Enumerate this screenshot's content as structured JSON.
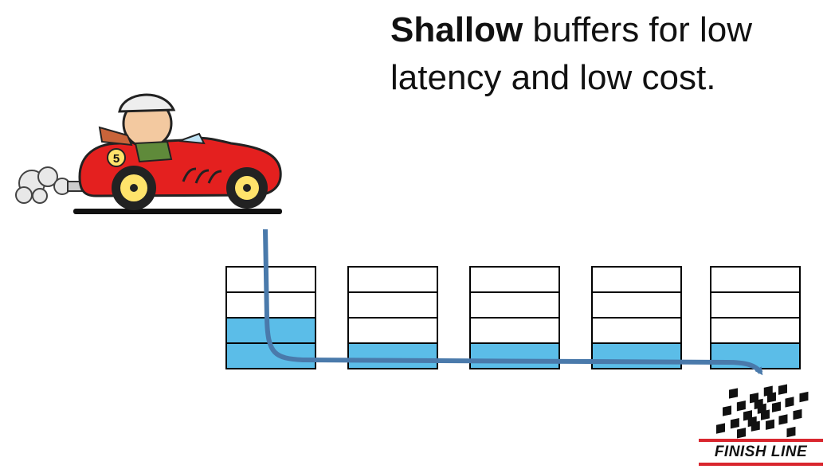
{
  "caption": {
    "bold": "Shallow",
    "rest_line1": " buffers for low",
    "line2": "latency and low cost."
  },
  "finish_line": {
    "label": "FINISH LINE"
  },
  "car": {
    "number": "5"
  },
  "buffers": {
    "count": 5,
    "cells_per_buffer": 4,
    "filled_cells": [
      2,
      1,
      1,
      1,
      1
    ]
  },
  "colors": {
    "fill": "#5bbde8",
    "empty": "#ffffff",
    "arrow": "#4a7aab",
    "flag_red": "#d9262e"
  }
}
